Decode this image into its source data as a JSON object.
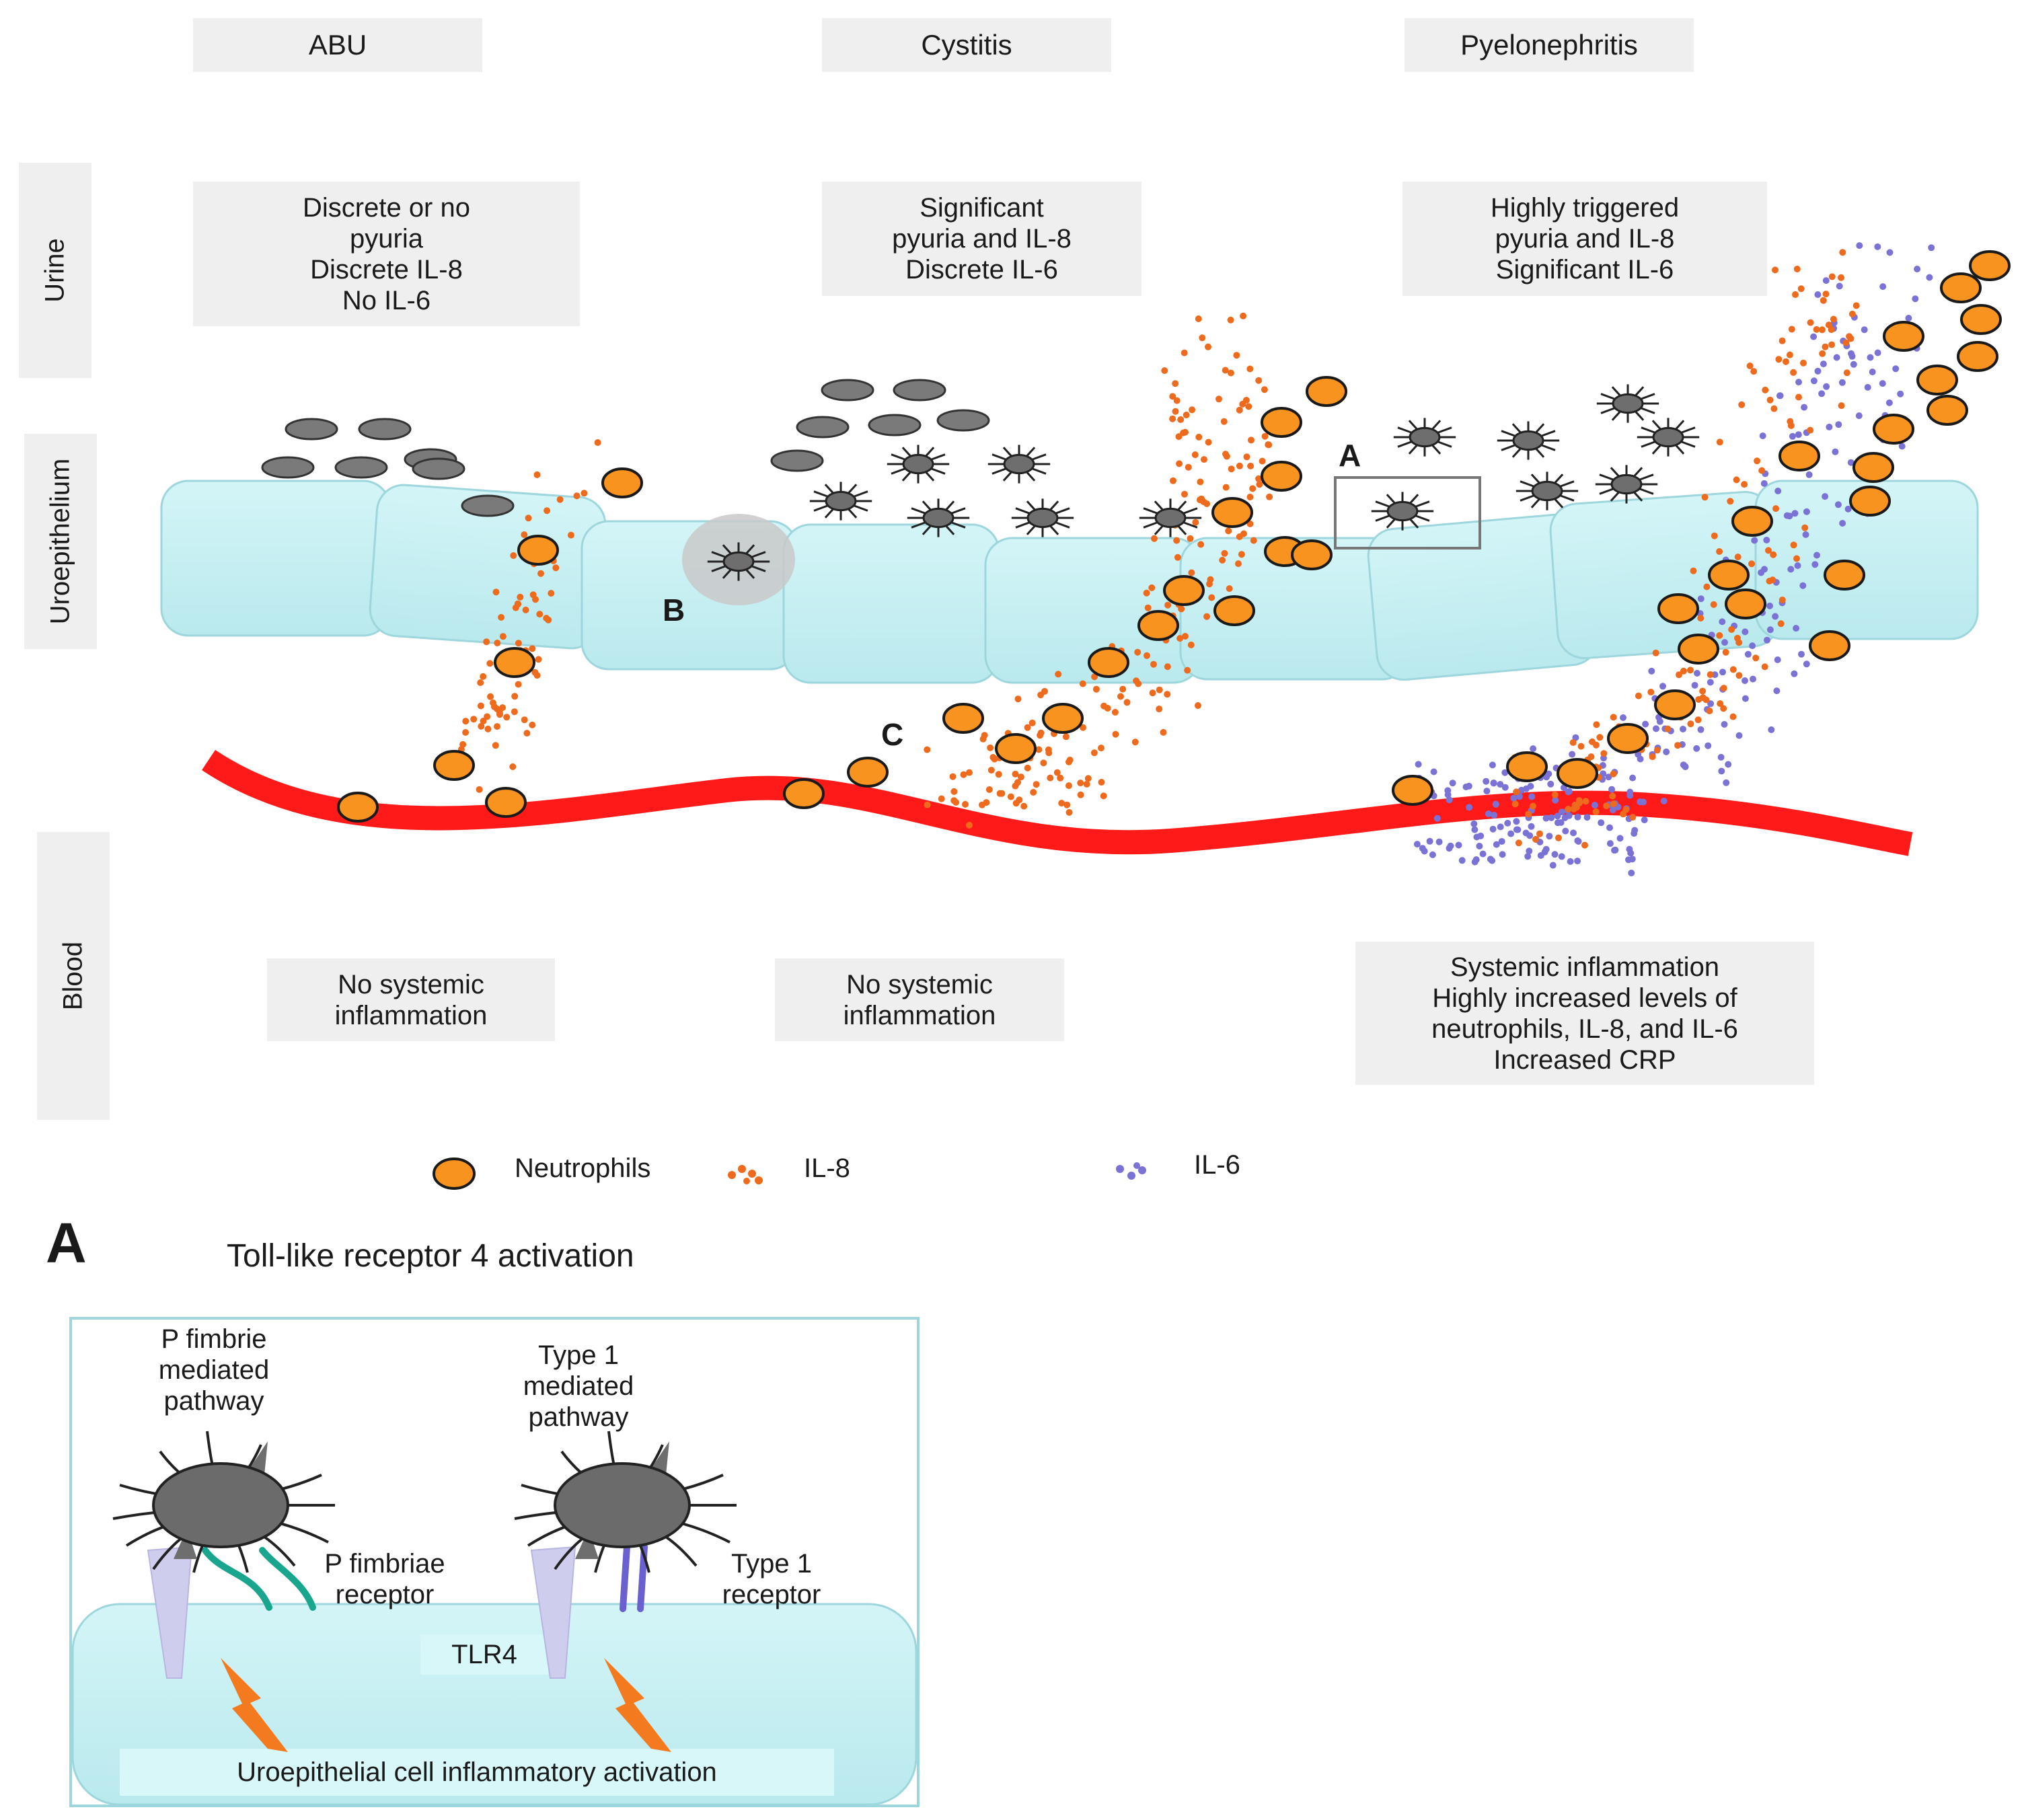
{
  "columns": {
    "abu": "ABU",
    "cystitis": "Cystitis",
    "pyelonephritis": "Pyelonephritis"
  },
  "side_labels": {
    "urine": "Urine",
    "uroepithelium": "Uroepithelium",
    "blood": "Blood"
  },
  "urine_boxes": {
    "abu": "Discrete or no\npyuria\nDiscrete IL-8\nNo IL-6",
    "cystitis": "Significant\npyuria and IL-8\nDiscrete IL-6",
    "pyelonephritis": "Highly triggered\npyuria and IL-8\nSignificant IL-6"
  },
  "blood_boxes": {
    "abu": "No systemic\ninflammation",
    "cystitis": "No systemic\ninflammation",
    "pyelonephritis": "Systemic inflammation\nHighly increased levels of\nneutrophils, IL-8, and IL-6\nIncreased CRP"
  },
  "markers": {
    "a": "A",
    "b": "B",
    "c": "C"
  },
  "legend": {
    "neutrophils": "Neutrophils",
    "il8": "IL-8",
    "il6": "IL-6"
  },
  "inset": {
    "letter": "A",
    "title": "Toll-like receptor 4 activation",
    "p_pathway": "P fimbrie\nmediated\npathway",
    "t_pathway": "Type 1\nmediated\npathway",
    "p_receptor": "P fimbriae\nreceptor",
    "t_receptor": "Type 1\nreceptor",
    "tlr4": "TLR4",
    "activation": "Uroepithelial cell inflammatory activation"
  },
  "colors": {
    "epithelium": "#c5f0f3",
    "epithelium_border": "#9dd6dc",
    "blood_vessel": "#ff1a1a",
    "neutrophil": "#f7931e",
    "il8": "#ee6a1c",
    "il6": "#7b72d6",
    "bacterium": "#7a7a7a",
    "box_bg": "#efefef"
  }
}
